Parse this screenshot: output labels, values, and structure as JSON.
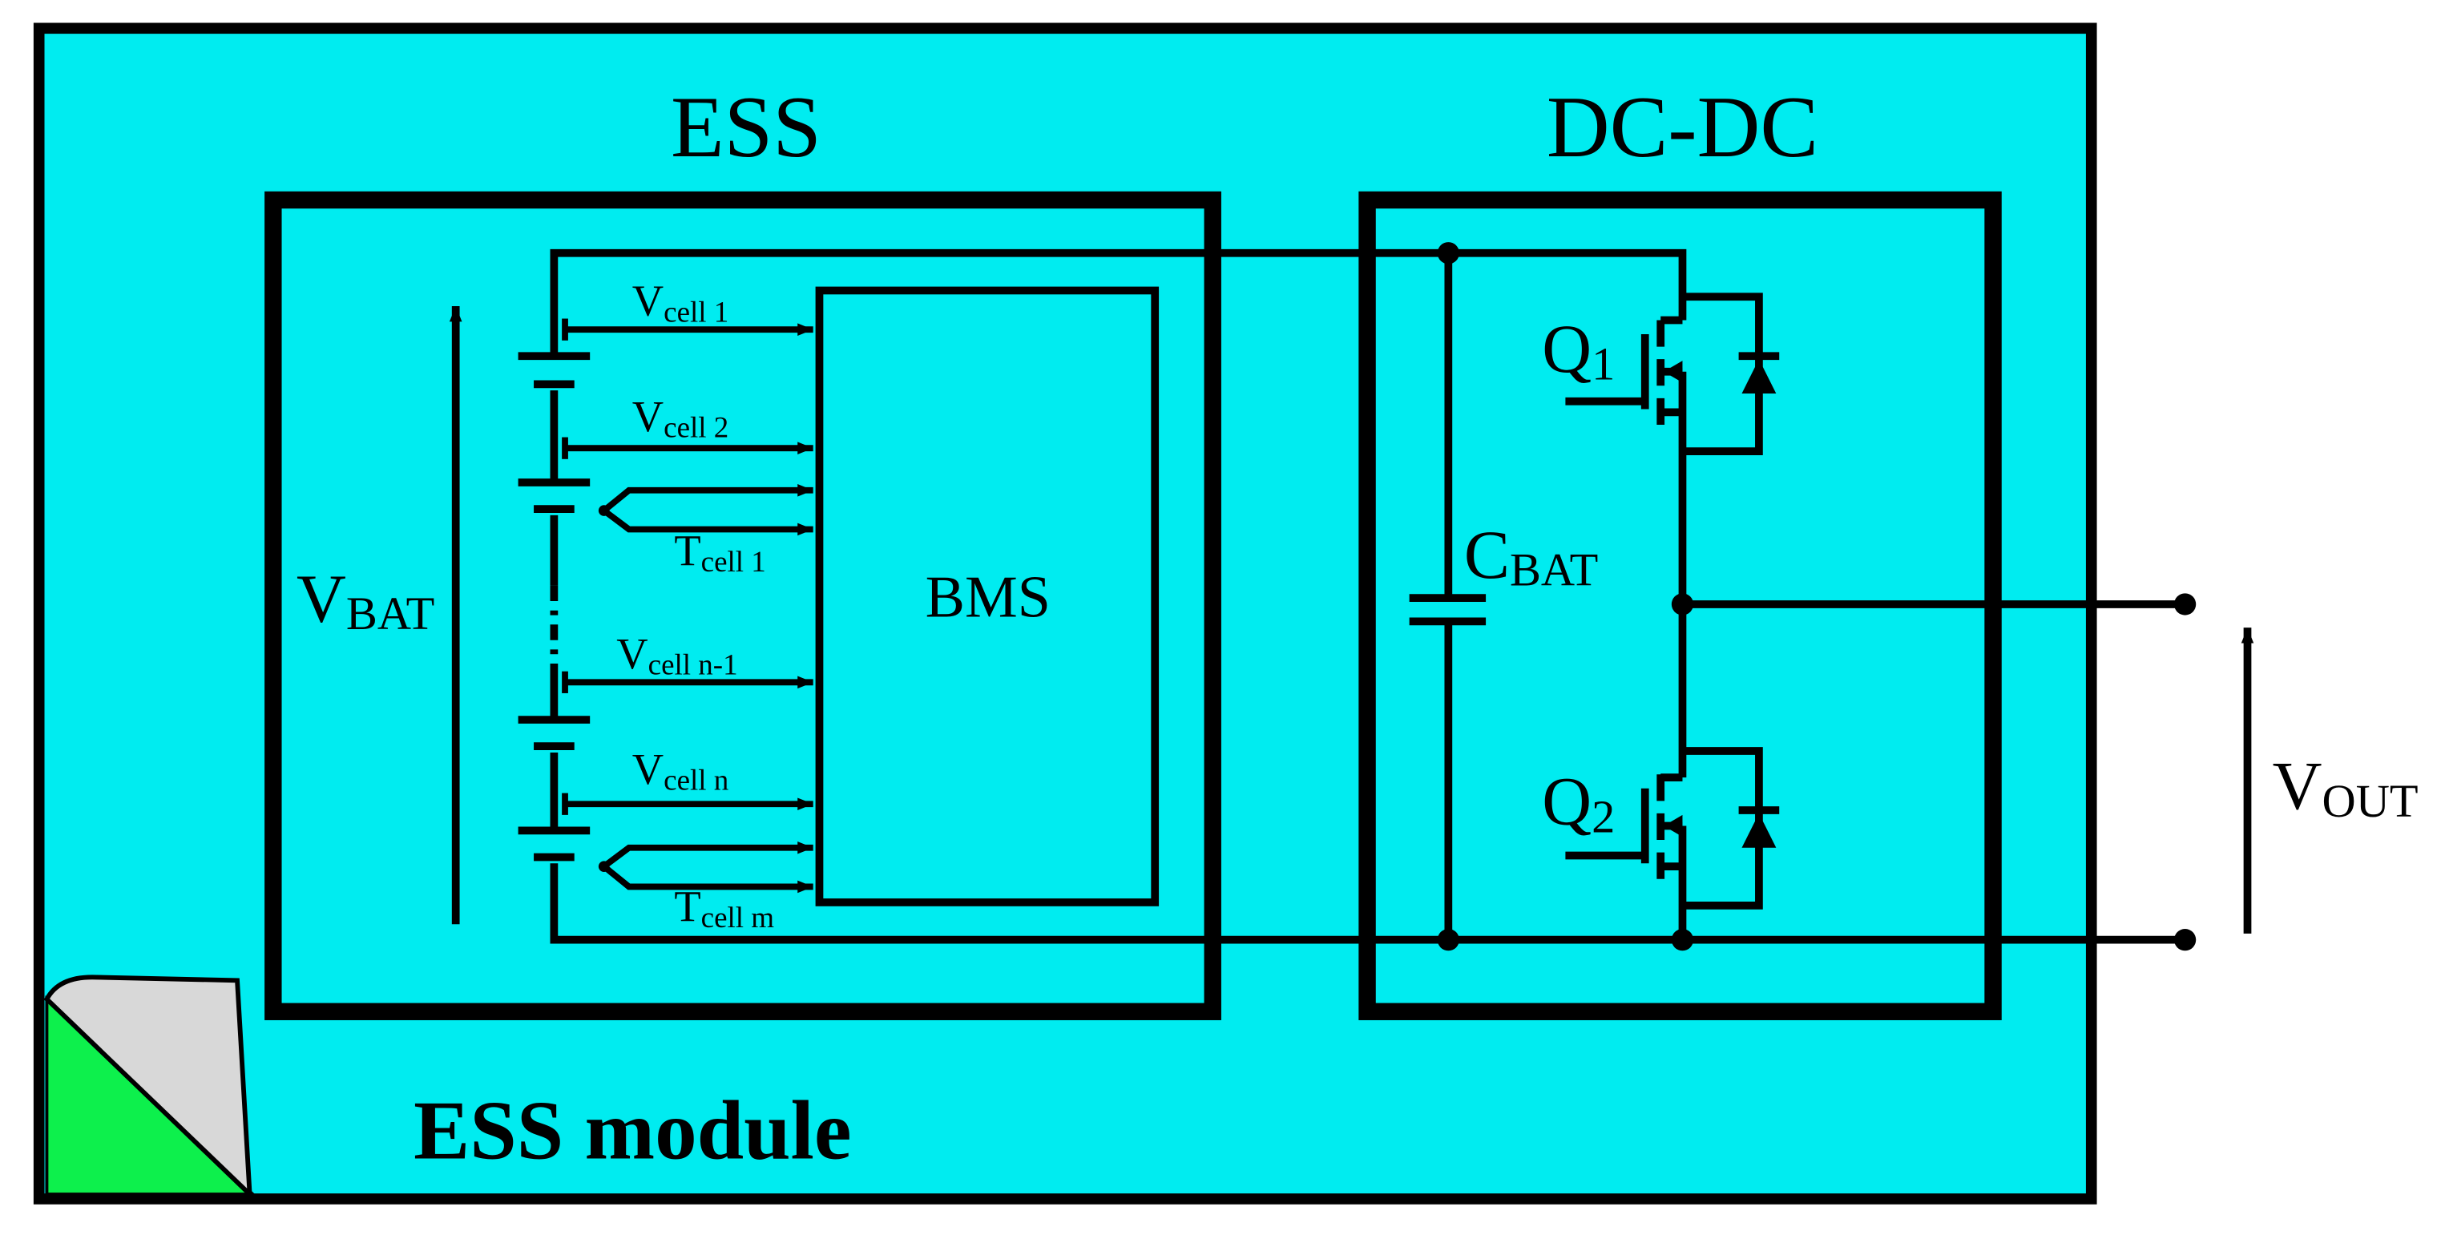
{
  "colors": {
    "background": "#00ECF0",
    "outline": "#000000",
    "corner_green": "#0DF04C",
    "corner_gray": "#D8D8D8"
  },
  "labels": {
    "ess": "ESS",
    "dcdc": "DC-DC",
    "bms": "BMS",
    "module": "ESS module",
    "vbat_main": "V",
    "vbat_sub": "BAT",
    "cbat_main": "C",
    "cbat_sub": "BAT",
    "vout_main": "V",
    "vout_sub": "OUT",
    "q1_main": "Q",
    "q1_sub": "1",
    "q2_main": "Q",
    "q2_sub": "2",
    "v_main": "V",
    "t_main": "T",
    "vcell1_sub": "cell 1",
    "vcell2_sub": "cell 2",
    "tcell1_sub": "cell 1",
    "vcelln1_sub": "cell n-1",
    "vcelln_sub": "cell n",
    "tcellm_sub": "cell m"
  }
}
